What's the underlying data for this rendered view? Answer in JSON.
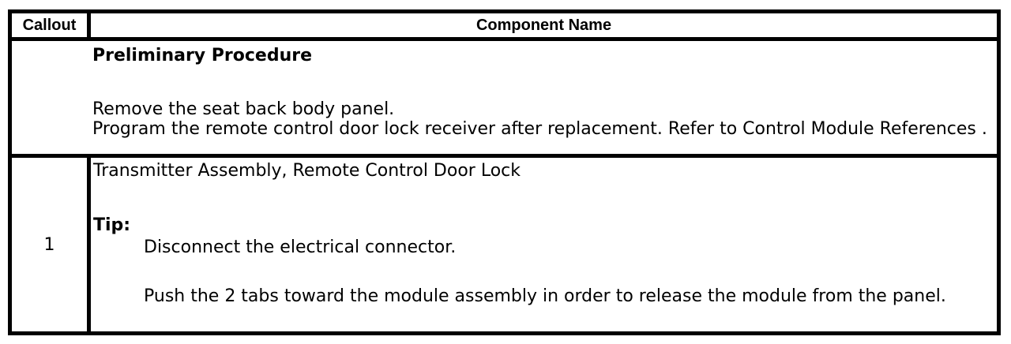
{
  "colors": {
    "border": "#000000",
    "text": "#000000",
    "background": "#ffffff"
  },
  "table": {
    "header": {
      "callout": "Callout",
      "component": "Component Name"
    },
    "preliminary": {
      "heading": "Preliminary Procedure",
      "steps": [
        "Remove the seat back body panel.",
        "Program the remote control door lock receiver after replacement. Refer to Control Module References ."
      ]
    },
    "rows": [
      {
        "callout": "1",
        "component": "Transmitter Assembly, Remote Control Door Lock",
        "tip_label": "Tip:",
        "tips": [
          "Disconnect the electrical connector.",
          "Push the 2 tabs toward the module assembly in order to release the module from the panel."
        ]
      }
    ]
  }
}
